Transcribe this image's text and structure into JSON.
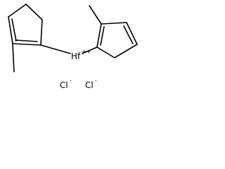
{
  "metal": {
    "symbol": "Hf",
    "charge": "++"
  },
  "counterions": [
    {
      "symbol": "Cl",
      "charge": "-"
    },
    {
      "symbol": "Cl",
      "charge": "-"
    }
  ],
  "colors": {
    "ink": "#000000",
    "background": "#ffffff"
  }
}
